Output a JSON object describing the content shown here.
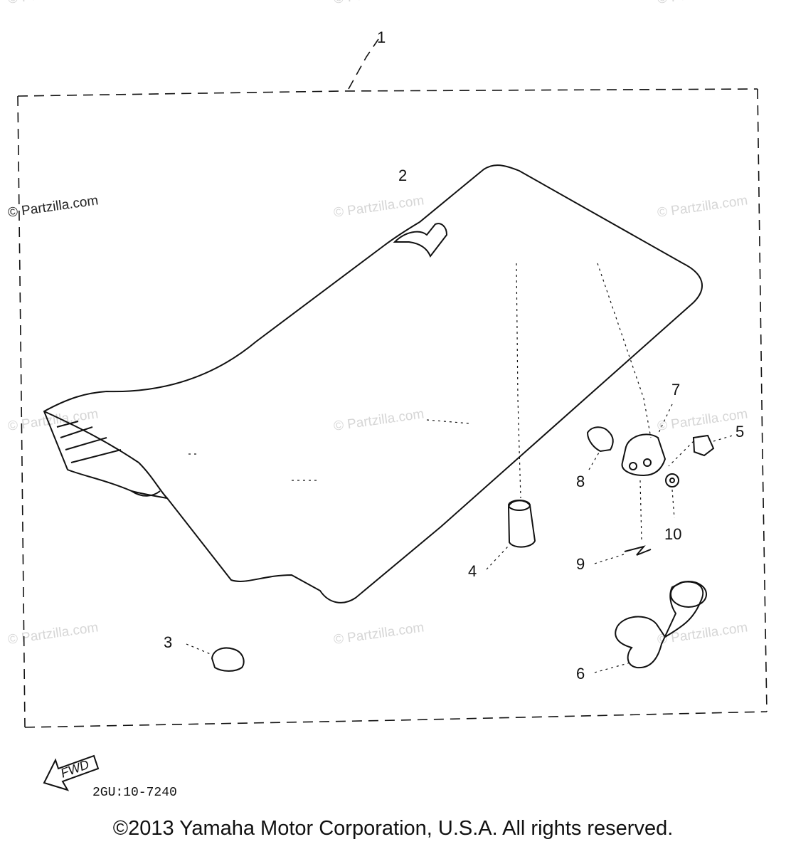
{
  "watermarks": {
    "main": "© Partzilla.com"
  },
  "callouts": {
    "c1": "1",
    "c2": "2",
    "c3": "3",
    "c4": "4",
    "c5": "5",
    "c6": "6",
    "c7": "7",
    "c8": "8",
    "c9": "9",
    "c10": "10"
  },
  "fwd_label": "FWD",
  "diagram_code": "2GU:10-7240",
  "copyright": "©2013 Yamaha Motor Corporation, U.S.A. All rights reserved."
}
